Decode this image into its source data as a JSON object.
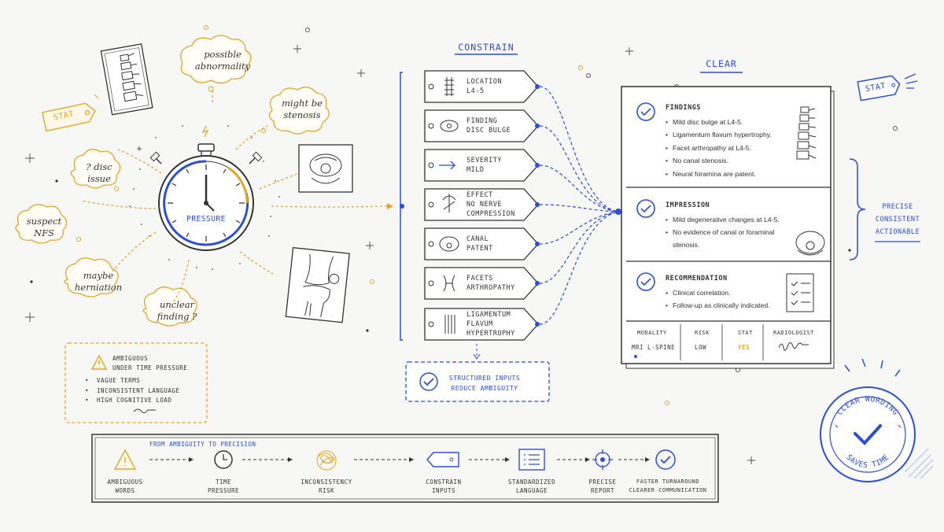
{
  "bubbles": {
    "possible": "possible abnormality",
    "stenosis": "might be stenosis",
    "disc": "? disc issue",
    "nfs": "suspect NFS",
    "herniation": "maybe herniation",
    "unclear": "unclear finding ?"
  },
  "stat_tag": "STAT",
  "stopwatch_label": "PRESSURE",
  "ambiguous_box": {
    "title_line1": "AMBIGUOUS",
    "title_line2": "UNDER TIME PRESSURE",
    "items": [
      "VAGUE TERMS",
      "INCONSISTENT LANGUAGE",
      "HIGH COGNITIVE LOAD"
    ]
  },
  "constrain": {
    "title": "CONSTRAIN",
    "tags": [
      {
        "line1": "LOCATION",
        "line2": "L4-5",
        "line3": ""
      },
      {
        "line1": "FINDING",
        "line2": "DISC BULGE",
        "line3": ""
      },
      {
        "line1": "SEVERITY",
        "line2": "MILD",
        "line3": ""
      },
      {
        "line1": "EFFECT",
        "line2": "NO NERVE",
        "line3": "COMPRESSION"
      },
      {
        "line1": "CANAL",
        "line2": "PATENT",
        "line3": ""
      },
      {
        "line1": "FACETS",
        "line2": "ARTHROPATHY",
        "line3": ""
      },
      {
        "line1": "LIGAMENTUM",
        "line2": "FLAVUM",
        "line3": "HYPERTROPHY"
      }
    ],
    "structured_line1": "STRUCTURED INPUTS",
    "structured_line2": "REDUCE AMBIGUITY"
  },
  "clear": {
    "title": "CLEAR",
    "findings_title": "FINDINGS",
    "findings": [
      "Mild disc bulge at L4-5.",
      "Ligamentum flavum hypertrophy.",
      "Facet arthropathy at L4-5.",
      "No canal stenosis.",
      "Neural foramina are patent."
    ],
    "impression_title": "IMPRESSION",
    "impression_1": "Mild degenerative changes at L4-5.",
    "impression_2a": "No evidence of canal or foraminal",
    "impression_2b": "stenosis.",
    "recommendation_title": "RECOMMENDATION",
    "recommendations": [
      "Clinical correlation.",
      "Follow-up as clinically indicated."
    ],
    "meta": {
      "modality_h": "MODALITY",
      "modality_v": "MRI L-SPINE",
      "risk_h": "RISK",
      "risk_v": "LOW",
      "stat_h": "STAT",
      "stat_v": "YES",
      "radiologist_h": "RADIOLOGIST"
    }
  },
  "right_brace": {
    "line1": "PRECISE",
    "line2": "CONSISTENT",
    "line3": "ACTIONABLE"
  },
  "stat_right": "STAT",
  "stamp": {
    "top": "CLEAR WORDING",
    "bottom": "SAVES TIME"
  },
  "flow": {
    "title": "FROM AMBIGUITY TO PRECISION",
    "steps": [
      {
        "l1": "AMBIGUOUS",
        "l2": "WORDS"
      },
      {
        "l1": "TIME",
        "l2": "PRESSURE"
      },
      {
        "l1": "INCONSISTENCY",
        "l2": "RISK"
      },
      {
        "l1": "CONSTRAIN",
        "l2": "INPUTS"
      },
      {
        "l1": "STANDARDIZED",
        "l2": "LANGUAGE"
      },
      {
        "l1": "PRECISE",
        "l2": "REPORT"
      },
      {
        "l1": "FASTER TURNAROUND",
        "l2": "CLEARER COMMUNICATION"
      }
    ]
  },
  "colors": {
    "blue": "#2b4de0",
    "gold": "#e2a72a",
    "ink": "#333333"
  }
}
